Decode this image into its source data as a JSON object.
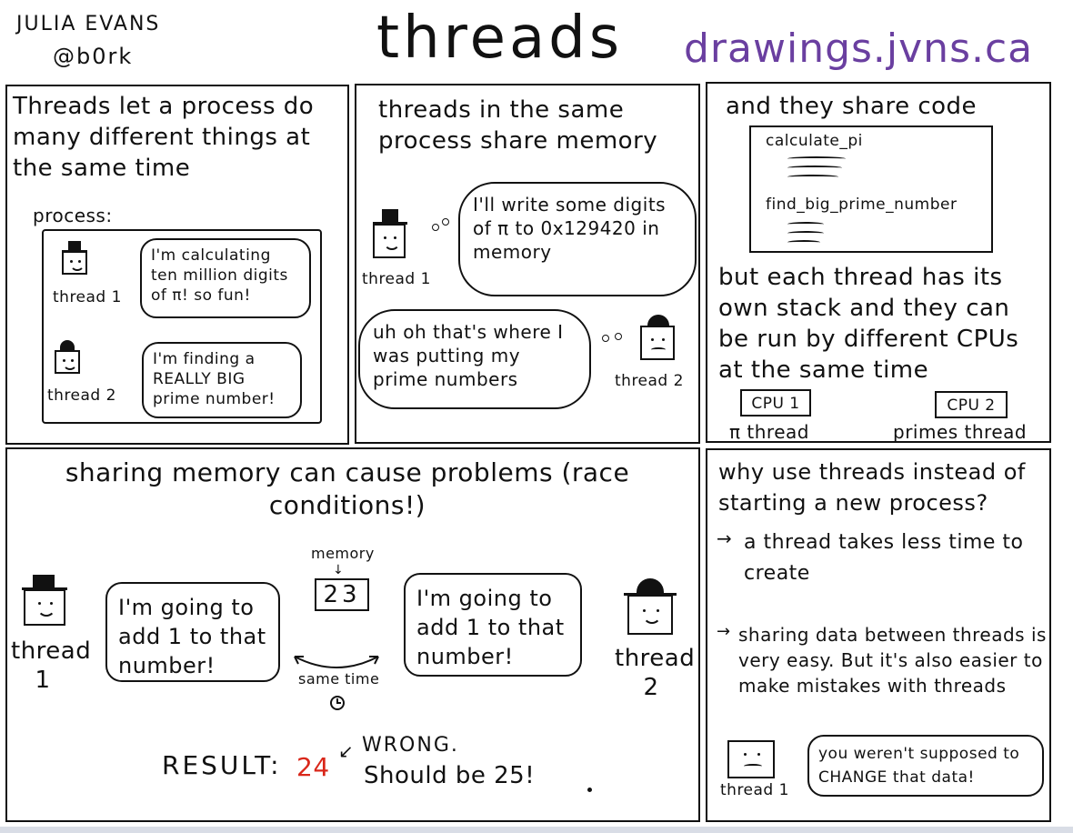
{
  "header": {
    "author_name": "Julia Evans",
    "author_handle": "@b0rk",
    "title": "threads",
    "site": "drawings.jvns.ca"
  },
  "panel1": {
    "text": "Threads let a process do many different things at the same time",
    "process_label": "process:",
    "thread1_label": "thread 1",
    "thread1_bubble": "I'm calculating ten million digits of π! so fun!",
    "thread2_label": "thread 2",
    "thread2_bubble": "I'm finding a REALLY BIG prime number!"
  },
  "panel2": {
    "text": "threads in the same process share memory",
    "thread1_label": "thread 1",
    "thread1_cloud": "I'll write some digits of π to 0x129420 in memory",
    "thread2_label": "thread 2",
    "thread2_cloud": "uh oh that's where I was putting my prime numbers"
  },
  "panel3": {
    "text": "and they share code",
    "code_fn1": "calculate_pi",
    "code_fn2": "find_big_prime_number",
    "text2": "but each thread has its own stack and they can be run by different CPUs at the same time",
    "cpu1": "CPU 1",
    "cpu1_label": "π thread",
    "cpu2": "CPU 2",
    "cpu2_label": "primes thread"
  },
  "panel4": {
    "title": "sharing memory can cause problems (race conditions!)",
    "memory_label": "memory",
    "memory_value": "23",
    "thread1_label": "thread 1",
    "thread1_bubble": "I'm going to add 1 to that number!",
    "thread2_label": "thread 2",
    "thread2_bubble": "I'm going to add 1 to that number!",
    "same_time": "same time",
    "result_label": "RESULT:",
    "result_value": "24",
    "wrong": "WRONG.",
    "should_be": "Should be 25!"
  },
  "panel5": {
    "question": "why use threads instead of starting a new process?",
    "point1": "a thread takes less time to create",
    "point2": "sharing data between threads is very easy. But it's also easier to make mistakes with threads",
    "thread1_label": "thread 1",
    "thread1_bubble": "you weren't supposed to CHANGE that data!"
  }
}
